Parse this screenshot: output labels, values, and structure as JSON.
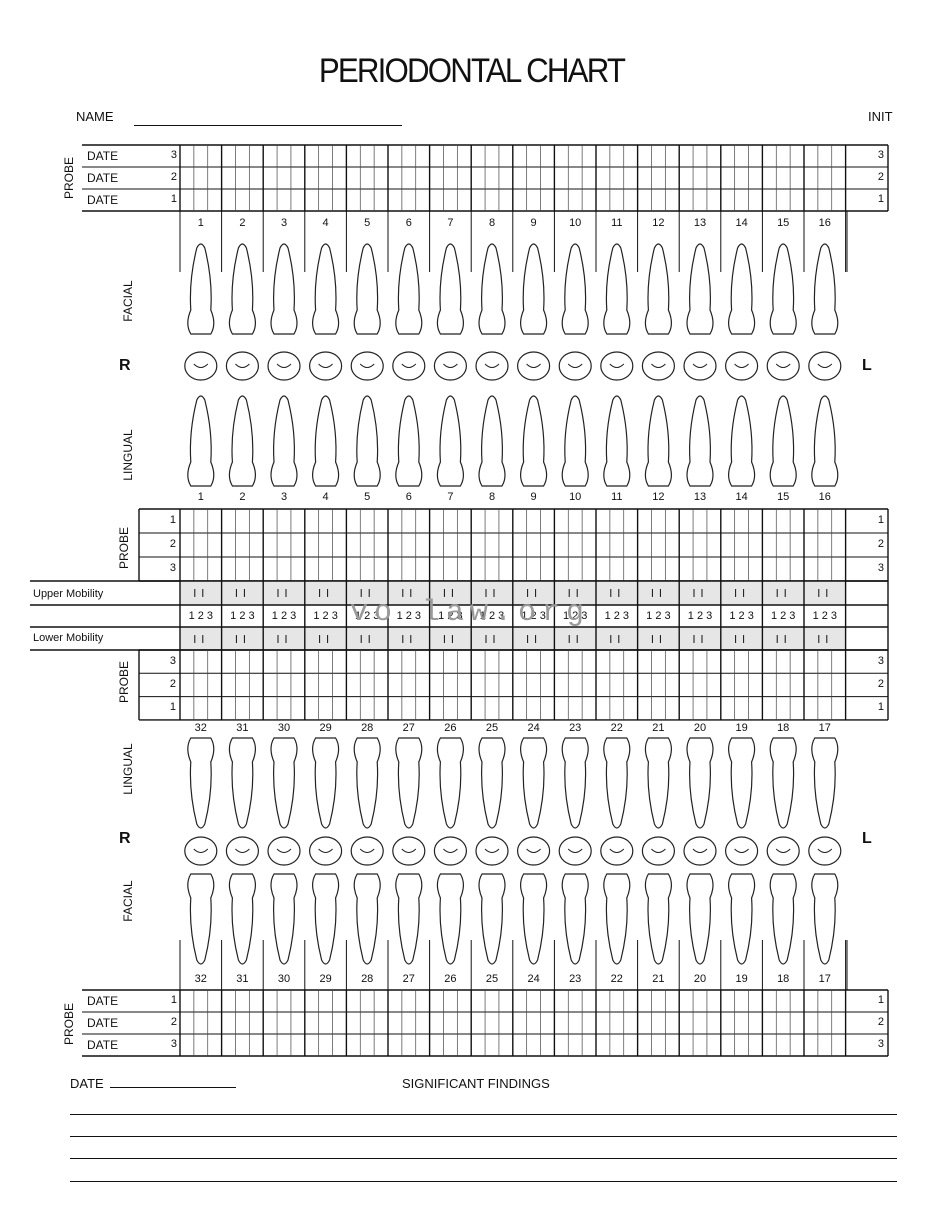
{
  "title": "PERIODONTAL CHART",
  "name_label": "NAME",
  "init_label": "INIT",
  "date_label": "DATE",
  "probe_label": "PROBE",
  "facial_label": "FACIAL",
  "lingual_label": "LINGUAL",
  "right_label": "R",
  "left_label": "L",
  "upper_mobility_label": "Upper Mobility",
  "lower_mobility_label": "Lower Mobility",
  "upper_teeth": [
    "1",
    "2",
    "3",
    "4",
    "5",
    "6",
    "7",
    "8",
    "9",
    "10",
    "11",
    "12",
    "13",
    "14",
    "15",
    "16"
  ],
  "lower_teeth": [
    "32",
    "31",
    "30",
    "29",
    "28",
    "27",
    "26",
    "25",
    "24",
    "23",
    "22",
    "21",
    "20",
    "19",
    "18",
    "17"
  ],
  "upper_probe_rows": [
    "3",
    "2",
    "1"
  ],
  "upper_inner_probe_rows": [
    "1",
    "2",
    "3"
  ],
  "lower_inner_probe_rows": [
    "3",
    "2",
    "1"
  ],
  "lower_probe_rows": [
    "1",
    "2",
    "3"
  ],
  "mobility_digits": "1 2 3",
  "watermark": "vo law.org",
  "footer_date_label": "DATE",
  "significant_findings_label": "SIGNIFICANT FINDINGS"
}
